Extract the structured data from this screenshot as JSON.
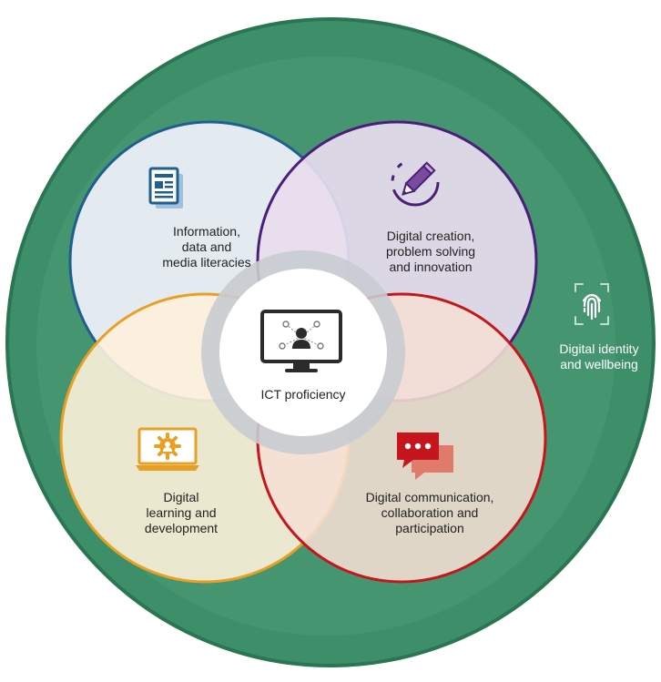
{
  "outer": {
    "label_lines": [
      "Digital identity",
      "and wellbeing"
    ],
    "color": "#3d8f6a"
  },
  "center": {
    "label": "ICT proficiency"
  },
  "domains": [
    {
      "id": "information",
      "label_lines": [
        "Information,",
        "data and",
        "media literacies"
      ],
      "fill": "#e4ebf0",
      "stroke": "#1f5f8f"
    },
    {
      "id": "creation",
      "label_lines": [
        "Digital creation,",
        "problem solving",
        "and innovation"
      ],
      "fill": "#e8dcee",
      "stroke": "#4a1f7a"
    },
    {
      "id": "learning",
      "label_lines": [
        "Digital",
        "learning and",
        "development"
      ],
      "fill": "#fdf1da",
      "stroke": "#e8a024"
    },
    {
      "id": "communication",
      "label_lines": [
        "Digital communication,",
        "collaboration and",
        "participation"
      ],
      "fill": "#f5dfd4",
      "stroke": "#c4161c"
    }
  ]
}
